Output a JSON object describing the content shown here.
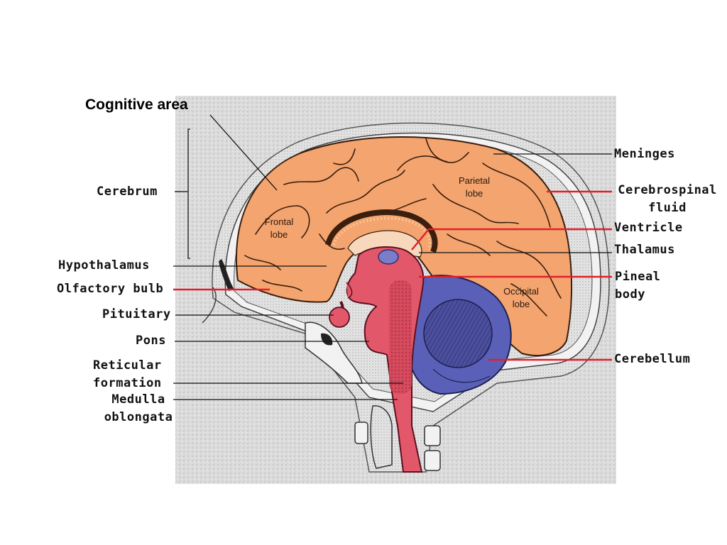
{
  "title": "Cognitive area",
  "colors": {
    "cerebrum": "#F4A46E",
    "brainstem": "#E2586A",
    "cerebellum": "#5A60B8",
    "pointer_red": "#E0202A",
    "background_texture": "#DADADA"
  },
  "lobes": {
    "frontal": [
      "Frontal",
      "lobe"
    ],
    "parietal": [
      "Parietal",
      "lobe"
    ],
    "occipital": [
      "Occipital",
      "lobe"
    ]
  },
  "left_labels": {
    "cerebrum": "Cerebrum",
    "hypothalamus": "Hypothalamus",
    "olfactory_bulb": "Olfactory bulb",
    "pituitary": "Pituitary",
    "pons": "Pons",
    "reticular_formation": [
      "Reticular",
      "formation"
    ],
    "medulla_oblongata": [
      "Medulla",
      "oblongata"
    ]
  },
  "right_labels": {
    "meninges": "Meninges",
    "cerebrospinal_fluid": [
      "Cerebrospinal",
      "fluid"
    ],
    "ventricle": "Ventricle",
    "thalamus": "Thalamus",
    "pineal_body": [
      "Pineal",
      "body"
    ],
    "cerebellum": "Cerebellum"
  }
}
